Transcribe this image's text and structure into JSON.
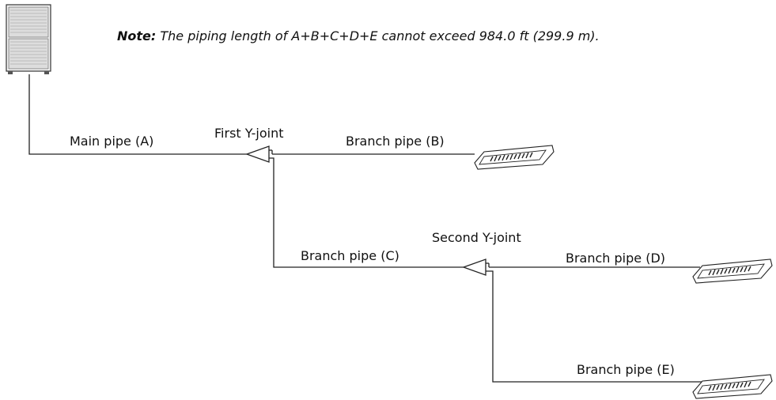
{
  "note": {
    "prefix": "Note:",
    "text": " The piping length of A+B+C+D+E cannot exceed 984.0 ft (299.9 m)."
  },
  "labels": {
    "main_pipe": "Main pipe (A)",
    "first_y_joint": "First Y-joint",
    "branch_b": "Branch pipe (B)",
    "second_y_joint": "Second Y-joint",
    "branch_c": "Branch pipe (C)",
    "branch_d": "Branch pipe (D)",
    "branch_e": "Branch pipe (E)"
  }
}
